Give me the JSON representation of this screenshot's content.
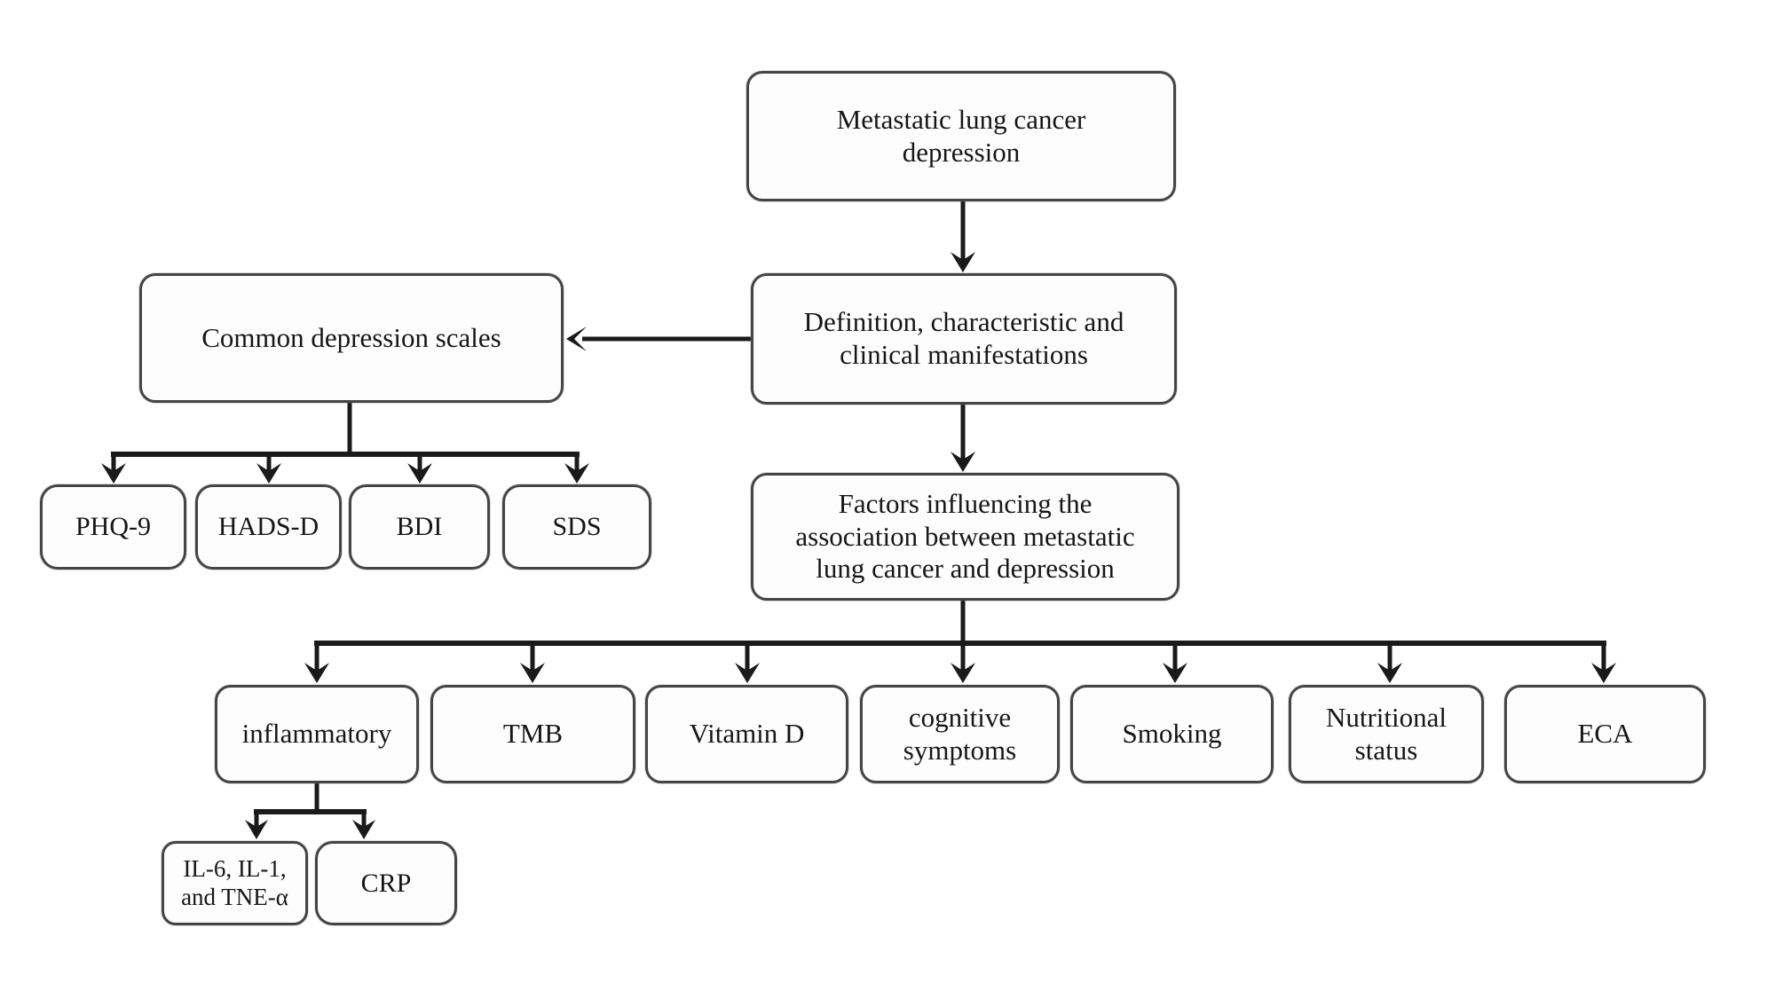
{
  "diagram": {
    "title": "Metastatic lung cancer depression flowchart",
    "colors": {
      "box_border": "#454545",
      "box_fill": "#fdfdfd",
      "arrow": "#1a1a1a",
      "text": "#161616",
      "background": "#ffffff"
    },
    "nodes": {
      "root": {
        "label": "Metastatic lung cancer\ndepression"
      },
      "definition": {
        "label": "Definition, characteristic and\nclinical manifestations"
      },
      "scales": {
        "label": "Common depression scales"
      },
      "phq9": {
        "label": "PHQ-9"
      },
      "hadsd": {
        "label": "HADS-D"
      },
      "bdi": {
        "label": "BDI"
      },
      "sds": {
        "label": "SDS"
      },
      "factors": {
        "label": "Factors influencing the\nassociation between metastatic\nlung cancer and depression"
      },
      "inflammatory": {
        "label": "inflammatory"
      },
      "tmb": {
        "label": "TMB"
      },
      "vitamin_d": {
        "label": "Vitamin D"
      },
      "cognitive": {
        "label": "cognitive\nsymptoms"
      },
      "smoking": {
        "label": "Smoking"
      },
      "nutritional": {
        "label": "Nutritional\nstatus"
      },
      "eca": {
        "label": "ECA"
      },
      "il6": {
        "label": "IL-6, IL-1,\nand TNE-α"
      },
      "crp": {
        "label": "CRP"
      }
    },
    "edges": [
      {
        "from": "root",
        "to": "definition"
      },
      {
        "from": "definition",
        "to": "scales"
      },
      {
        "from": "definition",
        "to": "factors"
      },
      {
        "from": "scales",
        "to": "phq9"
      },
      {
        "from": "scales",
        "to": "hadsd"
      },
      {
        "from": "scales",
        "to": "bdi"
      },
      {
        "from": "scales",
        "to": "sds"
      },
      {
        "from": "factors",
        "to": "inflammatory"
      },
      {
        "from": "factors",
        "to": "tmb"
      },
      {
        "from": "factors",
        "to": "vitamin_d"
      },
      {
        "from": "factors",
        "to": "cognitive"
      },
      {
        "from": "factors",
        "to": "smoking"
      },
      {
        "from": "factors",
        "to": "nutritional"
      },
      {
        "from": "factors",
        "to": "eca"
      },
      {
        "from": "inflammatory",
        "to": "il6"
      },
      {
        "from": "inflammatory",
        "to": "crp"
      }
    ]
  }
}
